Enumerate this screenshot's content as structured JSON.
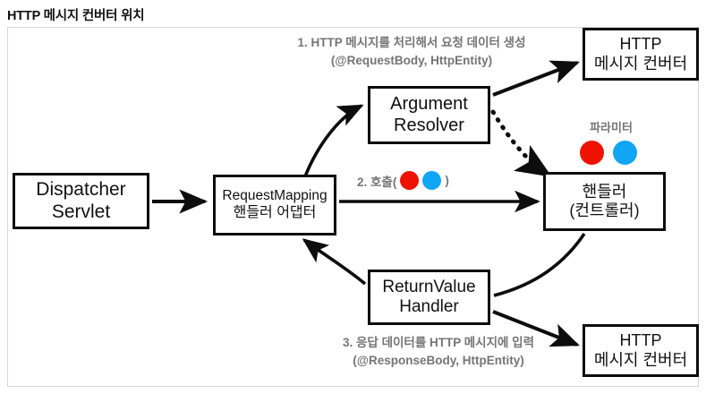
{
  "page": {
    "title": "HTTP 메시지 컨버터 위치"
  },
  "colors": {
    "red_dot": "#F01200",
    "blue_dot": "#10A5F5",
    "box_border": "#0d0d0d",
    "annotation_text": "#757575",
    "frame_border": "#d8d8d8",
    "background": "#ffffff"
  },
  "nodes": {
    "dispatcher_servlet": {
      "line1": "Dispatcher",
      "line2": "Servlet"
    },
    "request_mapping_adapter": {
      "line1": "RequestMapping",
      "line2": "핸들러 어댑터"
    },
    "argument_resolver": {
      "line1": "Argument",
      "line2": "Resolver"
    },
    "return_value_handler": {
      "line1": "ReturnValue",
      "line2": "Handler"
    },
    "handler": {
      "line1": "핸들러",
      "line2": "(컨트롤러)"
    },
    "http_message_converter_top": {
      "line1": "HTTP",
      "line2": "메시지 컨버터"
    },
    "http_message_converter_bottom": {
      "line1": "HTTP",
      "line2": "메시지 컨버터"
    }
  },
  "annotations": {
    "step1": {
      "line1": "1. HTTP 메시지를 처리해서 요청 데이터 생성",
      "line2": "(@RequestBody, HttpEntity)"
    },
    "step2": {
      "prefix": "2. 호출(",
      "suffix": ")"
    },
    "step3": {
      "line1": "3. 응답 데이터를 HTTP 메시지에 입력",
      "line2": "(@ResponseBody, HttpEntity)"
    },
    "parameter_label": "파라미터"
  }
}
